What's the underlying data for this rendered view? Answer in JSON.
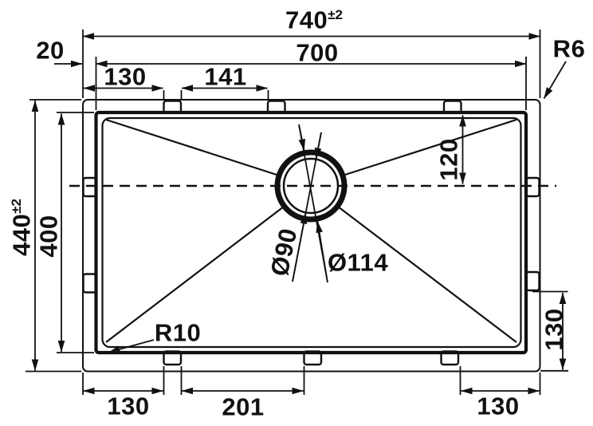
{
  "drawing": {
    "description": "dimensioned top view technical drawing of a rectangular undermount sink",
    "colors": {
      "line": "#111111",
      "background": "#ffffff"
    },
    "labels": {
      "outer_width": {
        "value": "740",
        "tol": "±2"
      },
      "inner_width": {
        "value": "700"
      },
      "edge_offset": {
        "value": "20"
      },
      "top_clip_offset": {
        "value": "130"
      },
      "top_clip_span": {
        "value": "141"
      },
      "outer_height": {
        "value": "440",
        "tol": "±2"
      },
      "inner_height": {
        "value": "400"
      },
      "drain_offset": {
        "value": "120"
      },
      "right_clip_offset": {
        "value": "130"
      },
      "bottom_left_clip_offset": {
        "value": "130"
      },
      "bottom_clip_span": {
        "value": "201"
      },
      "bottom_right_clip_offset": {
        "value": "130"
      },
      "drain_inner_diameter": {
        "value": "Ø90"
      },
      "drain_outer_diameter": {
        "value": "Ø114"
      },
      "outer_corner_radius": {
        "value": "R6"
      },
      "inner_corner_radius": {
        "value": "R10"
      }
    }
  }
}
